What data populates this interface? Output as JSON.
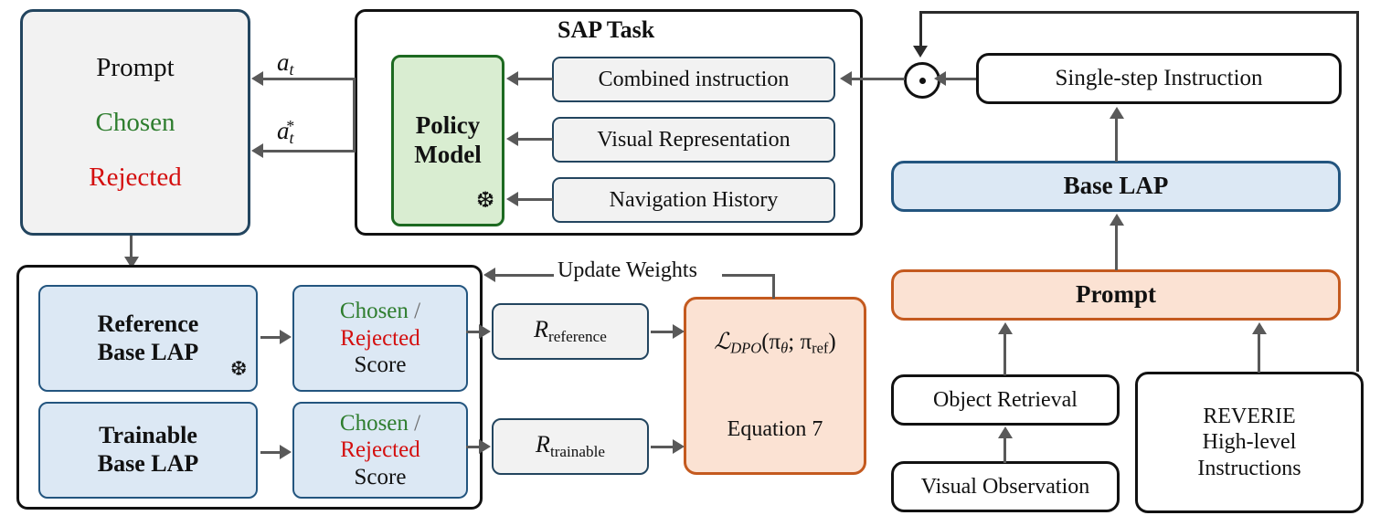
{
  "diagram": {
    "title": "SAP Task DPO training pipeline",
    "colors": {
      "blue_fill": "#dce8f4",
      "blue_border": "#23557f",
      "green_fill": "#d9edd1",
      "green_border": "#1d6a21",
      "orange_fill": "#fbe2d3",
      "orange_border": "#c45a1f",
      "grey_fill": "#f2f2f2",
      "dark_border": "#1d1d1d",
      "navy_border": "#23455f",
      "chosen_green": "#2e7d2e",
      "rejected_red": "#d40f0f",
      "connector_grey": "#595959"
    }
  },
  "left_panel": {
    "prompt_box": {
      "title": "Prompt",
      "chosen": "Chosen",
      "rejected": "Rejected"
    }
  },
  "sap_task": {
    "title": "SAP Task",
    "policy_model": {
      "line1": "Policy",
      "line2": "Model",
      "frozen_icon": "snowflake-icon",
      "frozen_glyph": "❆"
    },
    "inputs": [
      {
        "label": "Combined instruction"
      },
      {
        "label": "Visual Representation"
      },
      {
        "label": "Navigation History"
      }
    ],
    "action_labels": {
      "action": "a",
      "action_sub": "t",
      "action_star": "a",
      "action_star_sub": "t",
      "action_star_sup": "*"
    }
  },
  "dpo_panel": {
    "models": [
      {
        "line1": "Reference",
        "line2": "Base LAP",
        "frozen": true,
        "frozen_icon": "snowflake-icon",
        "frozen_glyph": "❆"
      },
      {
        "line1": "Trainable",
        "line2": "Base LAP",
        "frozen": false
      }
    ],
    "score_boxes": [
      {
        "chosen": "Chosen",
        "separator": "/",
        "rejected": "Rejected",
        "score": "Score"
      },
      {
        "chosen": "Chosen",
        "separator": "/",
        "rejected": "Rejected",
        "score": "Score"
      }
    ],
    "reward_boxes": [
      {
        "symbol": "R",
        "subscript": "reference"
      },
      {
        "symbol": "R",
        "subscript": "trainable"
      }
    ],
    "loss_box": {
      "formula_l": "ℒ",
      "formula_sub": "DPO",
      "formula_args": "(π",
      "formula_theta": "θ",
      "formula_semicolon": "; π",
      "formula_ref": "ref",
      "formula_close": ")",
      "equation": "Equation 7"
    },
    "update_weights_label": "Update Weights"
  },
  "right_panel": {
    "single_step_instruction": "Single-step Instruction",
    "base_lap": "Base LAP",
    "prompt": "Prompt",
    "object_retrieval": "Object Retrieval",
    "visual_observation": "Visual Observation",
    "reverie": {
      "line1": "REVERIE",
      "line2": "High-level",
      "line3": "Instructions"
    },
    "combine_operator": {
      "icon": "circled-dot-icon",
      "glyph": "⊙"
    }
  }
}
